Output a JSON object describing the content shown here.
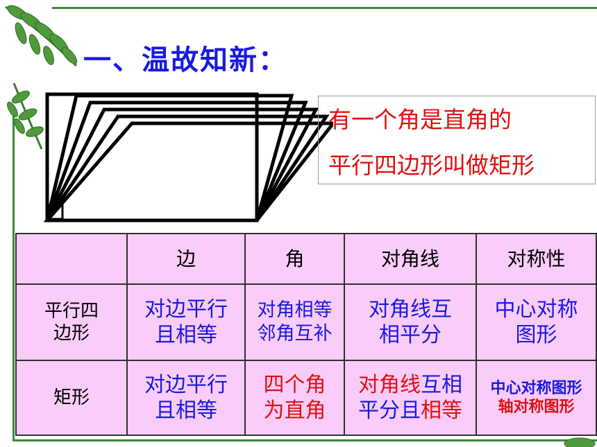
{
  "title": "一、温故知新：",
  "definition": {
    "line1": "有一个角是直角的",
    "line2": "平行四边形叫做矩形"
  },
  "table": {
    "headers": [
      "",
      "边",
      "角",
      "对角线",
      "对称性"
    ],
    "row_parallelogram": {
      "label": [
        "平行四",
        "边形"
      ],
      "side": [
        "对边平行",
        "且相等"
      ],
      "angle": [
        "对角相等",
        "邻角互补"
      ],
      "diagonal": [
        "对角线互",
        "相平分"
      ],
      "symmetry": [
        "中心对称",
        "图形"
      ]
    },
    "row_rectangle": {
      "label": "矩形",
      "side": [
        "对边平行",
        "且相等"
      ],
      "angle": [
        "四个角",
        "为直角"
      ],
      "diagonal": {
        "part1": "对角线",
        "part2": "互相",
        "part3": "平分且",
        "part4": "相等"
      },
      "symmetry": [
        "中心对称图形",
        "轴对称图形"
      ]
    }
  },
  "colors": {
    "title": "#1a1ae0",
    "definition": "#e01010",
    "table_bg": "#f9ccf9",
    "cell_blue": "#1a1ae0",
    "cell_red": "#e01010",
    "border_green": "#3a8a3a"
  }
}
